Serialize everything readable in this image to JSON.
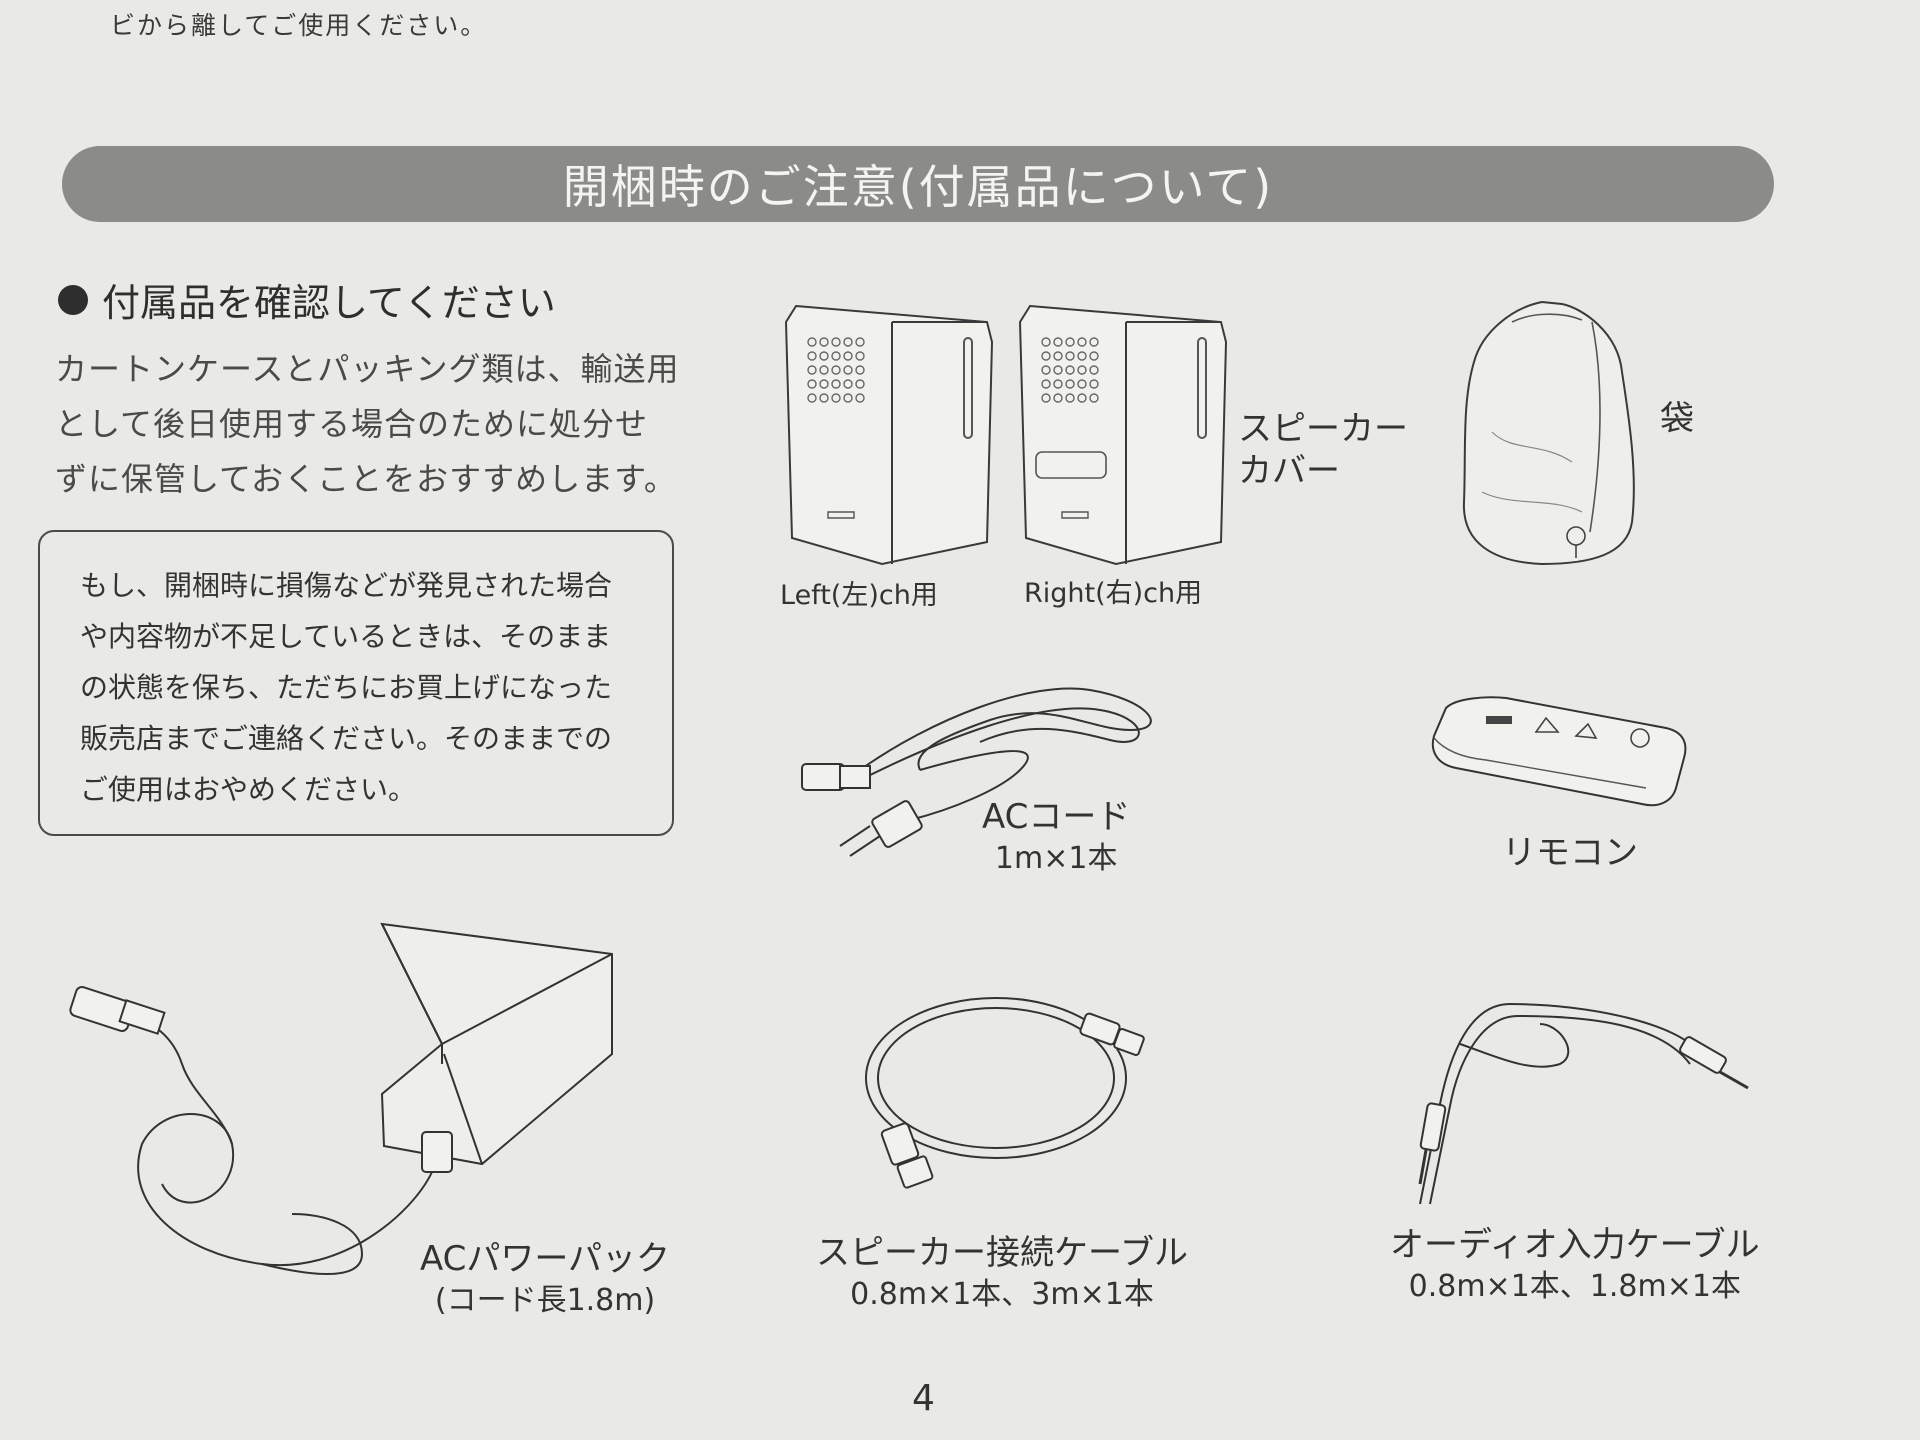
{
  "top_text": "ビから離してご使用ください。",
  "banner_title": "開梱時のご注意(付属品について)",
  "section_heading": "付属品を確認してください",
  "intro_lines": [
    "カートンケースとパッキング類は、輸送用",
    "として後日使用する場合のために処分せ",
    "ずに保管しておくことをおすすめします。"
  ],
  "notice_lines": [
    "もし、開梱時に損傷などが発見された場合",
    "や内容物が不足しているときは、そのまま",
    "の状態を保ち、ただちにお買上げになった",
    "販売店までご連絡ください。そのままでの",
    "ご使用はおやめください。"
  ],
  "items": {
    "speaker_cover_label": [
      "スピーカー",
      "カバー"
    ],
    "left_label": "Left(左)ch用",
    "right_label": "Right(右)ch用",
    "bag_label": "袋",
    "ac_cord_label": [
      "ACコード",
      "1m×1本"
    ],
    "remote_label": "リモコン",
    "power_pack_label": [
      "ACパワーパック",
      "(コード長1.8m)"
    ],
    "speaker_cable_label": [
      "スピーカー接続ケーブル",
      "0.8m×1本、3m×1本"
    ],
    "audio_cable_label": [
      "オーディオ入力ケーブル",
      "0.8m×1本、1.8m×1本"
    ]
  },
  "page_number": "4"
}
